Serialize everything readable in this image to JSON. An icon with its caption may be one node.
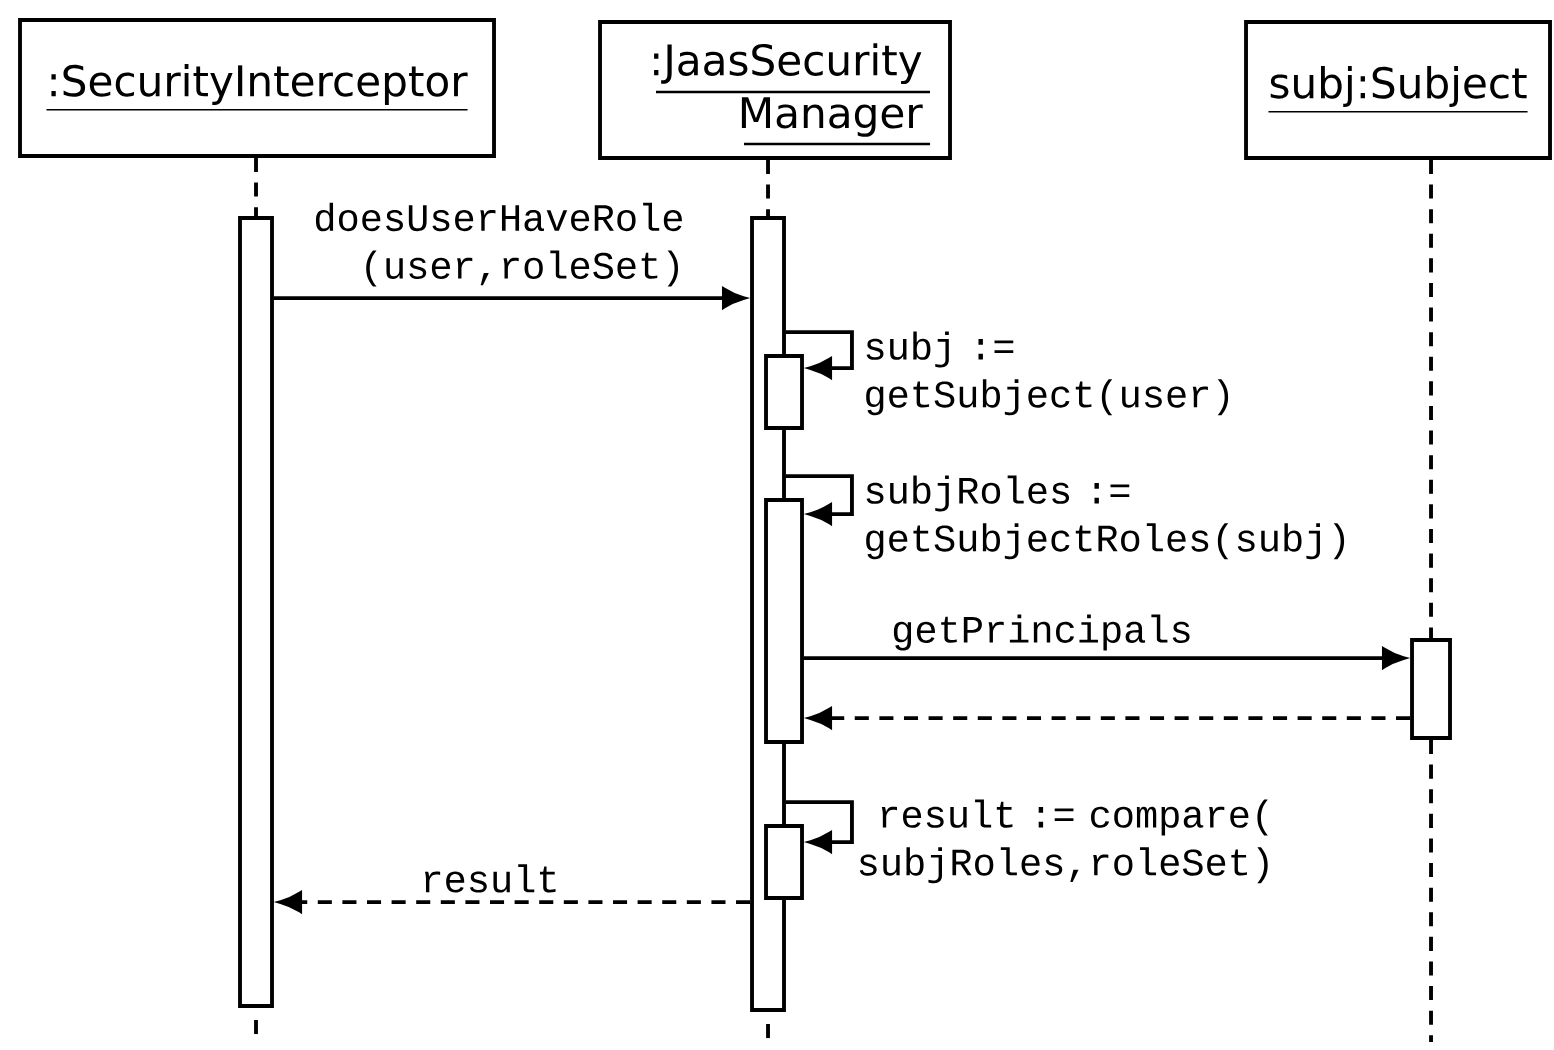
{
  "diagram": {
    "nodes": [
      {
        "text": [
          ":SecurityInterceptor"
        ]
      },
      {
        "text": [
          ":JaasSecurity Manager"
        ]
      },
      {
        "text": [
          "subj:Subject"
        ]
      },
      {
        "text": [],
        "shape": "bar"
      },
      {
        "text": [],
        "shape": "bar"
      },
      {
        "text": [],
        "shape": "bar"
      },
      {
        "text": [],
        "shape": "bar"
      },
      {
        "text": [],
        "shape": "bar"
      },
      {
        "text": [],
        "shape": "bar"
      }
    ],
    "edges": [
      {
        "from": 0,
        "to": 3,
        "arrow": "none",
        "style": "dashed"
      },
      {
        "from": 1,
        "to": 4,
        "arrow": "none",
        "style": "dashed"
      },
      {
        "from": 2,
        "to": 7,
        "arrow": "none",
        "style": "dashed"
      },
      {
        "from": 3,
        "to": 4,
        "arrow": "to",
        "label": "doesUserHaveRole (user,roleSet)"
      },
      {
        "from": 4,
        "to": 5,
        "arrow": "to",
        "label": "subj := getSubject(user)"
      },
      {
        "from": 4,
        "to": 6,
        "arrow": "to",
        "label": "subjRoles := getSubjectRoles(subj)"
      },
      {
        "from": 6,
        "to": 7,
        "arrow": "to",
        "label": "getPrincipals"
      },
      {
        "from": 7,
        "to": 6,
        "arrow": "to",
        "style": "dashed"
      },
      {
        "from": 4,
        "to": 8,
        "arrow": "to",
        "label": "result := compare( subjRoles,roleSet)"
      },
      {
        "from": 4,
        "to": 3,
        "arrow": "to",
        "style": "dashed",
        "label": "result"
      }
    ]
  }
}
